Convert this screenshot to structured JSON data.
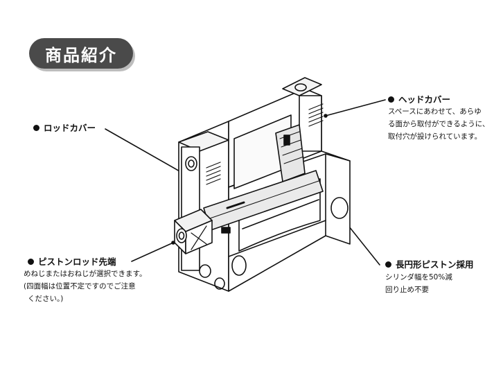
{
  "title": "商品紹介",
  "callouts": {
    "rod_cover": {
      "label": "ロッドカバー"
    },
    "head_cover": {
      "label": "ヘッドカバー",
      "lines": [
        "スペースにあわせて、あらゆ",
        "る面から取付ができるように、",
        "取付穴が設けられています。"
      ]
    },
    "piston_rod_end": {
      "label": "ピストンロッド先端",
      "lines": [
        "めねじまたはおねじが選択できます。",
        "(四面幅は位置不定ですのでご注意",
        "ください。)"
      ]
    },
    "oval_piston": {
      "label": "長円形ピストン採用",
      "lines": [
        "シリンダ幅を50%減",
        "回り止め不要"
      ]
    }
  }
}
